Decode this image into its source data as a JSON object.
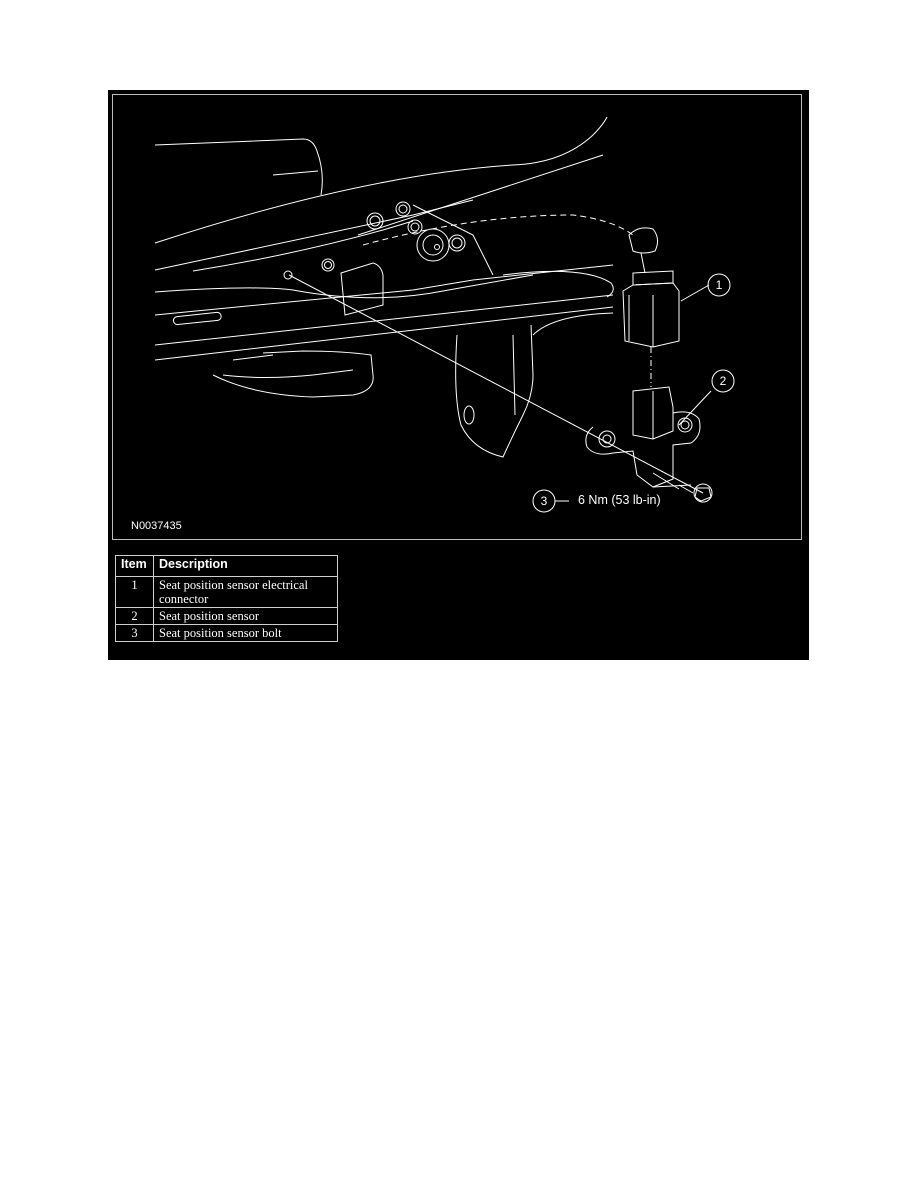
{
  "figure": {
    "id": "N0037435",
    "callouts": [
      {
        "number": "1",
        "target": "Seat position sensor electrical connector"
      },
      {
        "number": "2",
        "target": "Seat position sensor"
      },
      {
        "number": "3",
        "target": "Seat position sensor bolt",
        "torque": "6 Nm (53 lb-in)"
      }
    ],
    "colors": {
      "background": "#000000",
      "linework": "#ffffff",
      "frame": "#bdbdbd"
    }
  },
  "legend": {
    "headers": {
      "item": "Item",
      "description": "Description"
    },
    "rows": [
      {
        "item": "1",
        "description": "Seat position sensor electrical connector"
      },
      {
        "item": "2",
        "description": "Seat position sensor"
      },
      {
        "item": "3",
        "description": "Seat position sensor bolt"
      }
    ]
  }
}
